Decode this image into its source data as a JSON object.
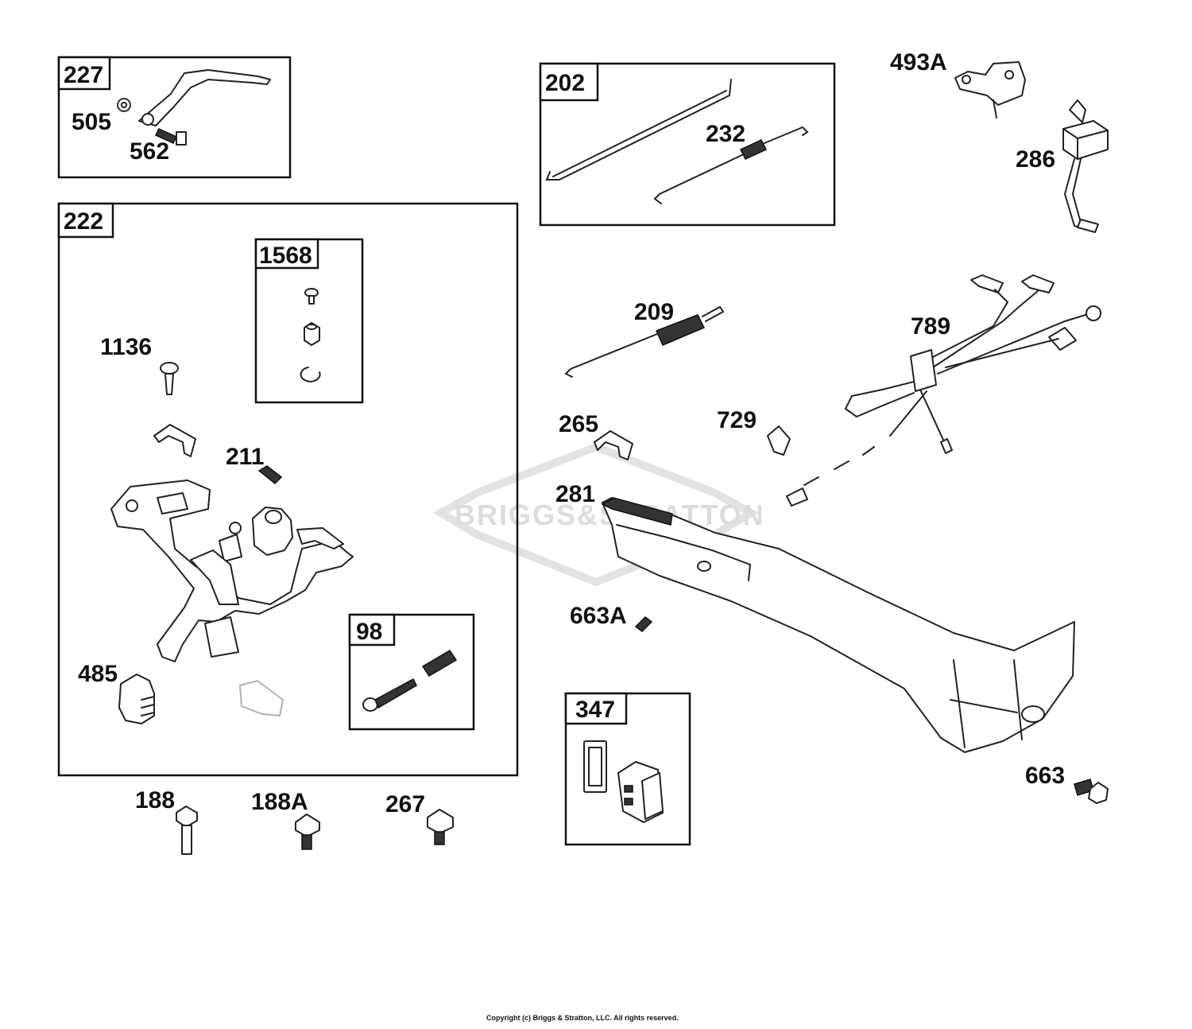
{
  "watermark": "BRIGGS&STRATTON",
  "copyright": "Copyright (c) Briggs & Stratton, LLC. All rights reserved.",
  "boxes": {
    "b227": "227",
    "b222": "222",
    "b1568": "1568",
    "b98": "98",
    "b202": "202",
    "b347": "347"
  },
  "labels": {
    "l505": "505",
    "l562": "562",
    "l1136": "1136",
    "l211": "211",
    "l485": "485",
    "l188": "188",
    "l188A": "188A",
    "l267": "267",
    "l232": "232",
    "l493A": "493A",
    "l286": "286",
    "l209": "209",
    "l789": "789",
    "l265": "265",
    "l729": "729",
    "l281": "281",
    "l663A": "663A",
    "l663": "663"
  }
}
